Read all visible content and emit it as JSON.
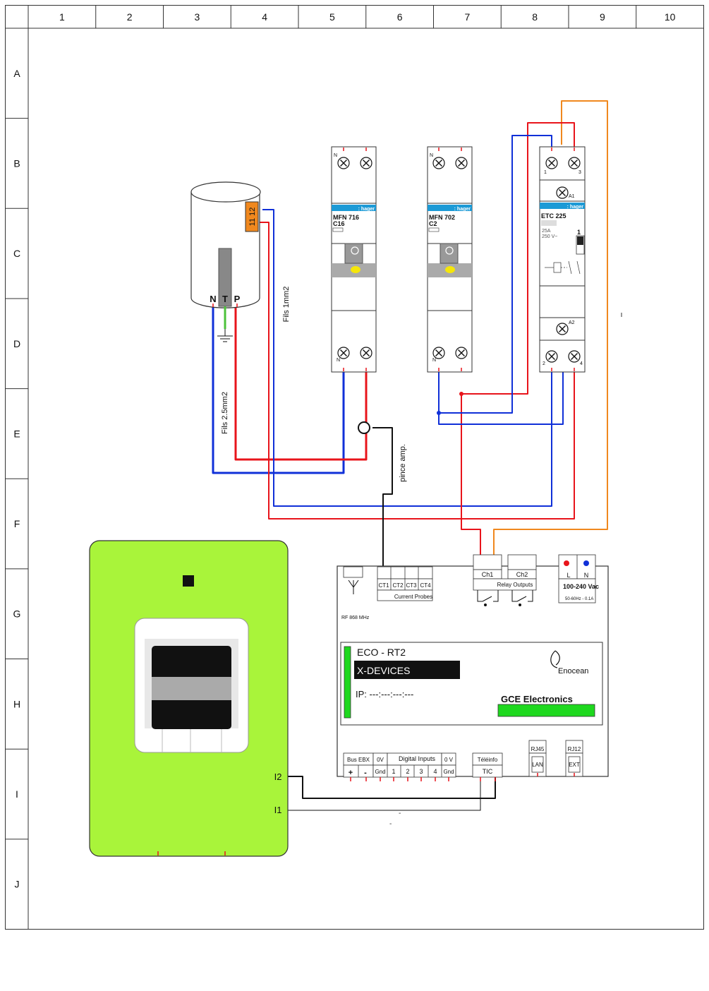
{
  "grid": {
    "columns": [
      "1",
      "2",
      "3",
      "4",
      "5",
      "6",
      "7",
      "8",
      "9",
      "10"
    ],
    "rows": [
      "A",
      "B",
      "C",
      "D",
      "E",
      "F",
      "G",
      "H",
      "I",
      "J"
    ]
  },
  "colors": {
    "phase": "#e8141b",
    "neutral": "#1030d8",
    "earth_stripe": "#4cc23a",
    "signal": "#111111",
    "relay_wire": "#f0881e",
    "meter_body": "#a9f43a",
    "tank_terminal": "#f0881e",
    "module_led": "#1ed81e",
    "hager_blue": "#1c9ad6"
  },
  "water_heater": {
    "terminal_label": "11 12",
    "label_n": "N",
    "label_t": "T",
    "label_p": "P"
  },
  "wires": {
    "heater_power": "Fils 2.5mm2",
    "heater_signal": "Fils 1mm2",
    "clamp": "pince amp."
  },
  "breaker_1": {
    "brand": ": hager",
    "model": "MFN 716",
    "rating": "C16",
    "terminal_n": "N"
  },
  "breaker_2": {
    "brand": ": hager",
    "model": "MFN 702",
    "rating": "C2",
    "terminal_n": "N"
  },
  "contactor": {
    "brand": ": hager",
    "model": "ETC 225",
    "current": "25A",
    "voltage": "250 V~",
    "a1": "A1",
    "a2": "A2",
    "t1": "1",
    "t2": "2",
    "t3": "3",
    "t4": "4",
    "switch_pos": "1"
  },
  "controller": {
    "name": "ECO - RT2",
    "brand_bar": "X-DEVICES",
    "ip": "IP: ---:---:---:---",
    "manufacturer": "GCE Electronics",
    "enocean": "Enocean",
    "rf": "RF 868 MHz",
    "ct_labels": [
      "CT1",
      "CT2",
      "CT3",
      "CT4"
    ],
    "current_probes": "Current Probes",
    "ch1": "Ch1",
    "ch2": "Ch2",
    "relay_outputs": "Relay Outputs",
    "power_l": "L",
    "power_n": "N",
    "voltage": "100-240 Vac",
    "frequency": "50-60Hz - 0.1A",
    "bus_ebx": "Bus EBX",
    "plus": "+",
    "minus": "-",
    "zero_v_left": "0V",
    "gnd_left": "Gnd",
    "digital_inputs": "Digital Inputs",
    "di": [
      "1",
      "2",
      "3",
      "4"
    ],
    "zero_v_right": "0 V",
    "gnd_right": "Gnd",
    "teleinfo": "Téléinfo",
    "tic": "TIC",
    "rj45": "RJ45",
    "lan": "LAN",
    "rj12": "RJ12",
    "ext": "EXT"
  },
  "meter": {
    "i1": "I1",
    "i2": "I2"
  },
  "misc_dash": "-"
}
